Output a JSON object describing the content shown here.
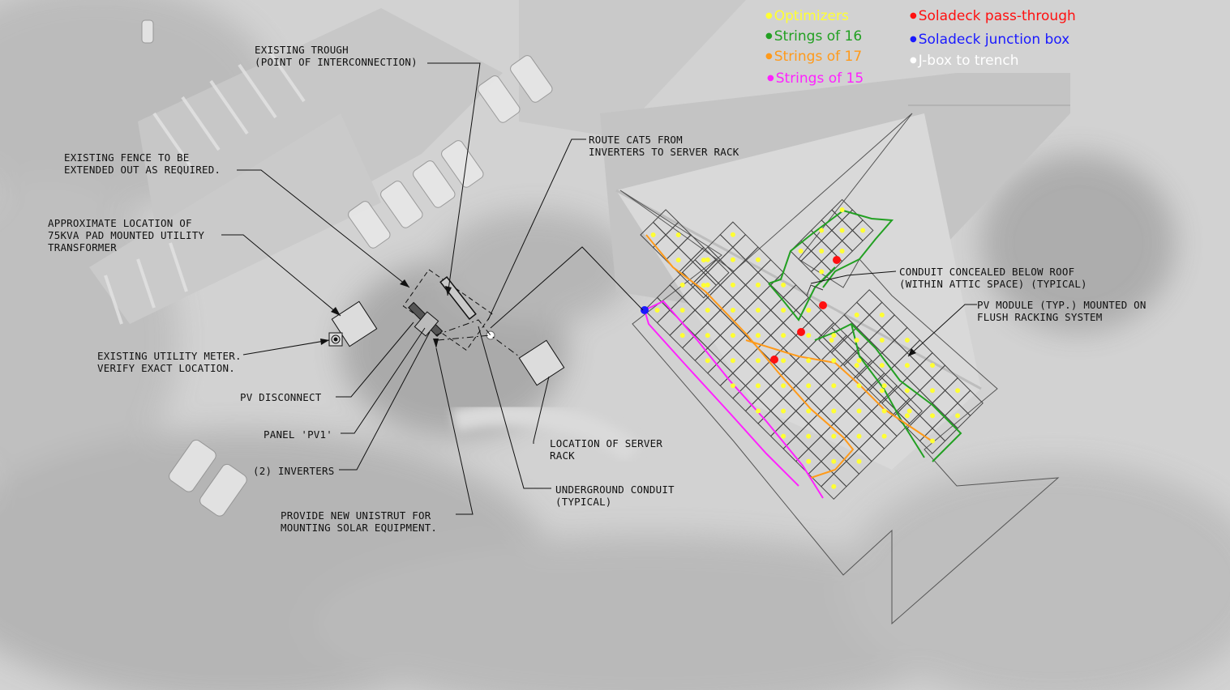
{
  "legend": {
    "optimizers": {
      "label": "Optimizers",
      "color": "#ffff33"
    },
    "strings16": {
      "label": "Strings of 16",
      "color": "#22a022"
    },
    "strings17": {
      "label": "Strings of 17",
      "color": "#ff9a1a"
    },
    "strings15": {
      "label": "Strings of 15",
      "color": "#ff22ff"
    },
    "pass_through": {
      "label": "Soladeck pass-through",
      "color": "#ff1010"
    },
    "junction_box": {
      "label": "Soladeck junction box",
      "color": "#1a1aff"
    },
    "jbox_trench": {
      "label": "J-box to trench",
      "color": "#ffffff"
    }
  },
  "notes": {
    "existing_trough": "EXISTING TROUGH\n(POINT OF INTERCONNECTION)",
    "existing_fence": "EXISTING FENCE TO BE\nEXTENDED OUT AS REQUIRED.",
    "transformer": "APPROXIMATE LOCATION OF\n75KVA PAD MOUNTED UTILITY\nTRANSFORMER",
    "utility_meter": "EXISTING UTILITY METER.\nVERIFY EXACT LOCATION.",
    "pv_disconnect": "PV DISCONNECT",
    "panel_pv1": "PANEL 'PV1'",
    "inverters": "(2) INVERTERS",
    "unistrut": "PROVIDE NEW UNISTRUT FOR\nMOUNTING SOLAR EQUIPMENT.",
    "route_cat5": "ROUTE CAT5 FROM\nINVERTERS TO SERVER RACK",
    "server_rack": "LOCATION OF SERVER\nRACK",
    "underground_conduit": "UNDERGROUND CONDUIT\n(TYPICAL)",
    "conduit_concealed": "CONDUIT CONCEALED BELOW ROOF\n(WITHIN ATTIC SPACE) (TYPICAL)",
    "pv_module": "PV MODULE (TYP.) MOUNTED ON\nFLUSH RACKING SYSTEM"
  }
}
